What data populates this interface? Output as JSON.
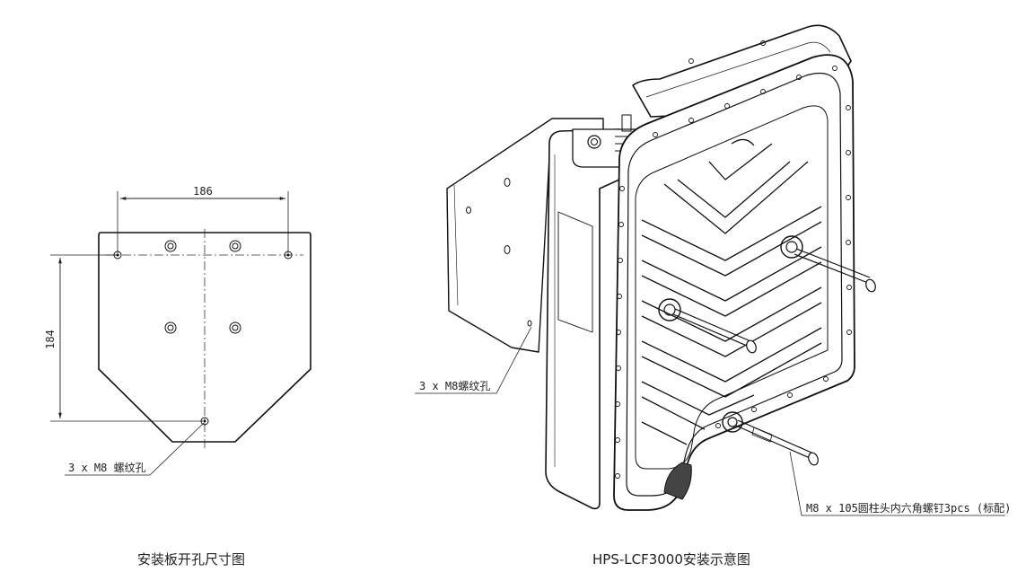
{
  "plate_drawing": {
    "width_dim": "186",
    "height_dim": "184",
    "hole_note": "3 x M8 螺纹孔",
    "caption": "安装板开孔尺寸图"
  },
  "install_drawing": {
    "hole_note": "3 x M8螺纹孔",
    "bolt_note": "M8 x 105圆柱头内六角螺钉3pcs (标配)",
    "caption": "HPS-LCF3000安装示意图"
  }
}
